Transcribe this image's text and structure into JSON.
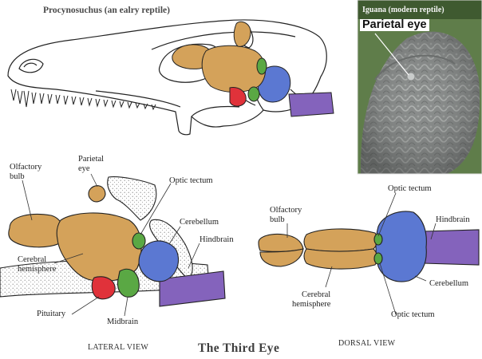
{
  "titles": {
    "fossil": "Procynosuchus (an ealry reptile)",
    "photo": "Iguana (modern reptile)",
    "main": "The Third Eye"
  },
  "photo_label": "Parietal eye",
  "lateral": {
    "caption": "LATERAL VIEW",
    "labels": {
      "olfactory_bulb_1": "Olfactory",
      "olfactory_bulb_2": "bulb",
      "parietal_eye_1": "Parietal",
      "parietal_eye_2": "eye",
      "optic_tectum": "Optic tectum",
      "cerebellum": "Cerebellum",
      "hindbrain": "Hindbrain",
      "cerebral_hemisphere_1": "Cerebral",
      "cerebral_hemisphere_2": "hemisphere",
      "pituitary": "Pituitary",
      "midbrain": "Midbrain"
    }
  },
  "dorsal": {
    "caption": "DORSAL VIEW",
    "labels": {
      "optic_tectum_top": "Optic tectum",
      "olfactory_bulb_1": "Olfactory",
      "olfactory_bulb_2": "bulb",
      "hindbrain": "Hindbrain",
      "cerebellum": "Cerebellum",
      "cerebral_hemisphere_1": "Cerebral",
      "cerebral_hemisphere_2": "hemisphere",
      "optic_tectum_bottom": "Optic tectum"
    }
  },
  "colors": {
    "cerebrum": "#d4a25a",
    "optic_tectum": "#5aa844",
    "cerebellum": "#5b78d2",
    "hindbrain": "#8463bc",
    "pituitary": "#e0323a",
    "outline": "#222222"
  }
}
